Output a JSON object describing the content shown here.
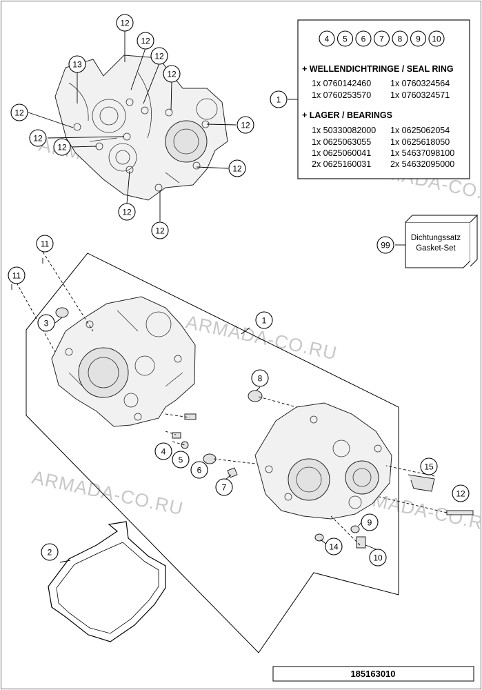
{
  "drawing_number": "185163010",
  "watermark": "ARMADA-CO.RU",
  "kit_box": {
    "callout": "1",
    "kit_numbers": [
      "4",
      "5",
      "6",
      "7",
      "8",
      "9",
      "10"
    ],
    "seal_heading": "+ WELLENDICHTRINGE / SEAL RING",
    "seal_parts": [
      "1x 0760142460",
      "1x 0760324564",
      "1x 0760253570",
      "1x 0760324571"
    ],
    "bearing_heading": "+ LAGER / BEARINGS",
    "bearing_parts": [
      "1x 50330082000",
      "1x 0625062054",
      "1x 0625063055",
      "1x 0625618050",
      "1x 0625060041",
      "1x 54637098100",
      "2x 0625160031",
      "2x 54632095000"
    ]
  },
  "gasket_set": {
    "callout": "99",
    "label_line1": "Dichtungssatz",
    "label_line2": "Gasket-Set"
  },
  "callouts": {
    "c1": "1",
    "c2": "2",
    "c3": "3",
    "c4": "4",
    "c5": "5",
    "c6": "6",
    "c7": "7",
    "c8": "8",
    "c9": "9",
    "c10": "10",
    "c11": "11",
    "c12": "12",
    "c13": "13",
    "c14": "14",
    "c15": "15"
  }
}
